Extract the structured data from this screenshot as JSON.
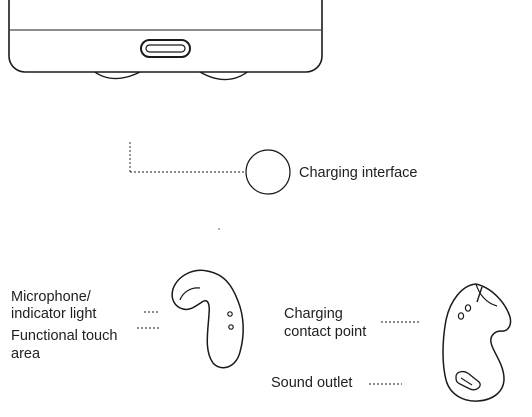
{
  "labels": {
    "charging_interface": "Charging interface",
    "microphone_line1": "Microphone/",
    "microphone_line2": "indicator light",
    "touch_line1": "Functional touch",
    "touch_line2": "area",
    "contact_line1": "Charging",
    "contact_line2": "contact point",
    "sound_outlet": "Sound outlet"
  },
  "colors": {
    "line": "#1a1a1a",
    "text": "#1f1f1f",
    "background": "#ffffff"
  }
}
